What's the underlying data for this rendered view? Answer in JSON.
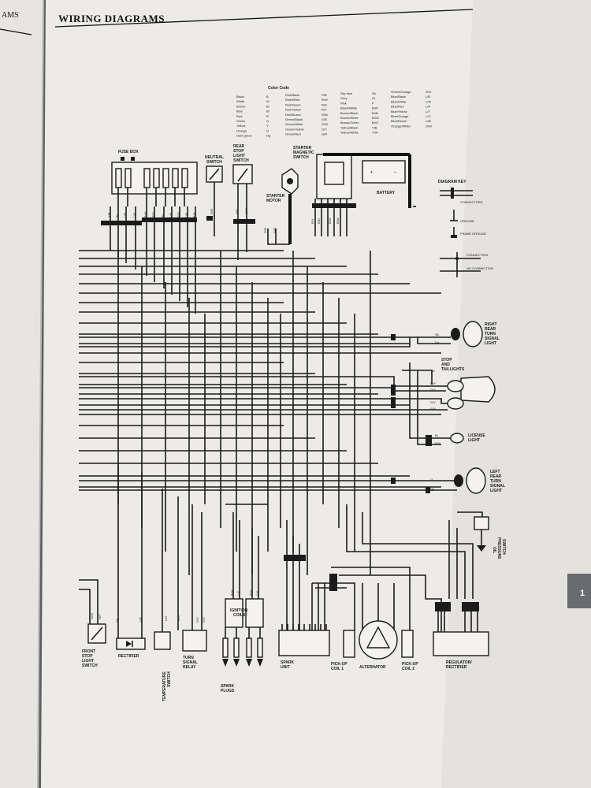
{
  "header": {
    "title": "WIRING DIAGRAMS",
    "prev_page_fragment": "AMS"
  },
  "side_tab": {
    "text": "1"
  },
  "color_code": {
    "title": "Color Code",
    "col1": [
      [
        "Black",
        "B"
      ],
      [
        "White",
        "W"
      ],
      [
        "Brown",
        "Br"
      ],
      [
        "Blue",
        "Bl"
      ],
      [
        "Red",
        "R"
      ],
      [
        "Green",
        "G"
      ],
      [
        "Yellow",
        "Y"
      ],
      [
        "Orange",
        "O"
      ],
      [
        "Dark green",
        "Dg"
      ]
    ],
    "col2": [
      [
        "Red/Black",
        "R/B"
      ],
      [
        "Red/White",
        "R/W"
      ],
      [
        "Red/Green",
        "R/G"
      ],
      [
        "Red/Yellow",
        "R/Y"
      ],
      [
        "Red/Brown",
        "R/Br"
      ],
      [
        "Green/Black",
        "G/B"
      ],
      [
        "Green/White",
        "G/W"
      ],
      [
        "Green/Yellow",
        "G/Y"
      ],
      [
        "Green/Red",
        "G/R"
      ]
    ],
    "col3": [
      [
        "Sky blue",
        "Sb"
      ],
      [
        "Grey",
        "Gr"
      ],
      [
        "Pink",
        "P"
      ],
      [
        "Black/White",
        "B/W"
      ],
      [
        "Brown/Black",
        "Br/B"
      ],
      [
        "Brown/White",
        "Br/W"
      ],
      [
        "Brown/Green",
        "Br/G"
      ],
      [
        "Yellow/Black",
        "Y/B"
      ],
      [
        "Yellow/White",
        "Y/W"
      ]
    ],
    "col4": [
      [
        "Green/Orange",
        "G/O"
      ],
      [
        "Blue/Black",
        "L/B"
      ],
      [
        "Blue/White",
        "L/W"
      ],
      [
        "Blue/Red",
        "L/R"
      ],
      [
        "Blue/Yellow",
        "L/Y"
      ],
      [
        "Blue/Orange",
        "L/O"
      ],
      [
        "Blue/Brown",
        "L/Br"
      ],
      [
        "Orange/White",
        "O/W"
      ]
    ]
  },
  "diagram_key": {
    "title": "DIAGRAM KEY",
    "connectors": "CONNECTORS",
    "ground": "GROUND",
    "frame_ground": "FRAME GROUND",
    "connection": "CONNECTION",
    "no_connection": "NO CONNECTION"
  },
  "components": {
    "fuse_box": "FUSE BOX",
    "neutral_switch": [
      "NEUTRAL",
      "SWITCH"
    ],
    "rear_stop_light_switch": [
      "REAR",
      "STOP",
      "LIGHT",
      "SWITCH"
    ],
    "starter_magnetic_switch": [
      "STARTER",
      "MAGNETIC",
      "SWITCH"
    ],
    "starter_motor": [
      "STARTER",
      "MOTOR"
    ],
    "battery": "BATTERY",
    "right_rear_turn_signal": [
      "RIGHT",
      "REAR",
      "TURN",
      "SIGNAL",
      "LIGHT"
    ],
    "stop_taillights": [
      "STOP",
      "AND",
      "TAILLIGHTS"
    ],
    "license_light": [
      "LICENSE",
      "LIGHT"
    ],
    "left_rear_turn_signal": [
      "LEFT",
      "REAR",
      "TURN",
      "SIGNAL",
      "LIGHT"
    ],
    "oil_pressure_switch": [
      "OIL",
      "PRESSURE",
      "SWITCH"
    ],
    "front_stop_light_switch": [
      "FRONT",
      "STOP",
      "LIGHT",
      "SWITCH"
    ],
    "rectifier": "RECTIFIER",
    "temperature_switch": [
      "TEMPERATURE",
      "SWITCH"
    ],
    "turn_signal_relay": [
      "TURN",
      "SIGNAL",
      "RELAY"
    ],
    "ignition_coils": [
      "IGNITION",
      "COILS"
    ],
    "spark_plugs": [
      "SPARK",
      "PLUGS"
    ],
    "spark_unit": [
      "SPARK",
      "UNIT"
    ],
    "pickup_coil_1": [
      "PICK-UP",
      "COIL 1"
    ],
    "alternator": "ALTERNATOR",
    "pickup_coil_2": [
      "PICK-UP",
      "COIL 2"
    ],
    "regulator_rectifier": [
      "REGULATOR/",
      "RECTIFIER"
    ]
  },
  "wire_labels": {
    "top_left": [
      "Y/B",
      "Br",
      "L/B",
      "L/G",
      "B/W",
      "R/G",
      "Br",
      "L/B",
      "R/G",
      "L/B",
      "B/G"
    ],
    "neutral": "G/R",
    "rear_stop": [
      "G/Y",
      "G/W"
    ],
    "starter": [
      "G/B",
      "G/B",
      "R/Y",
      "R/G",
      "B/W",
      "B/W"
    ],
    "right_turn": [
      "Sb",
      "Dg"
    ],
    "taillight": [
      "Br",
      "G/Y",
      "G/Y",
      "G/Y",
      "G/Y"
    ],
    "license": [
      "Br",
      "G/Y"
    ],
    "left_turn": [
      "O",
      "Dg"
    ],
    "front_stop": [
      "G/W",
      "O/Y"
    ],
    "rectifier_wires": [
      "Dg",
      "G/R"
    ],
    "temp_wires": [
      "L/G",
      "G/S"
    ],
    "relay_wires": [
      "G/Y",
      "G/Y"
    ],
    "ign_wires": [
      "B/W",
      "L/Y",
      "B/W",
      "L/Y"
    ]
  }
}
